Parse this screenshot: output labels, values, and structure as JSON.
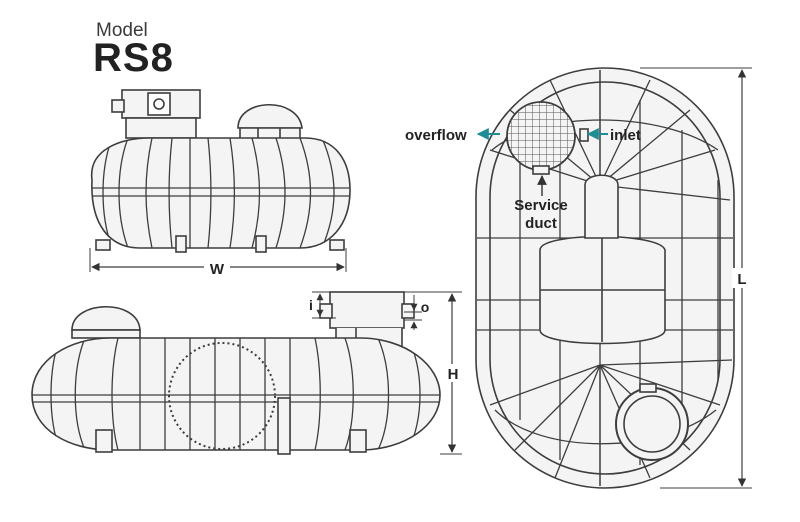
{
  "header": {
    "model_label": "Model",
    "model_name": "RS8"
  },
  "dimensions": {
    "width": "W",
    "height": "H",
    "length": "L",
    "inlet_depth": "i",
    "outlet_depth": "o"
  },
  "callouts": {
    "overflow": "overflow",
    "inlet": "inlet",
    "service_duct_line1": "Service",
    "service_duct_line2": "duct"
  },
  "colors": {
    "line": "#3d3d3d",
    "fill": "#f4f4f4",
    "arrow_accent": "#1e8e96",
    "text": "#222222"
  }
}
